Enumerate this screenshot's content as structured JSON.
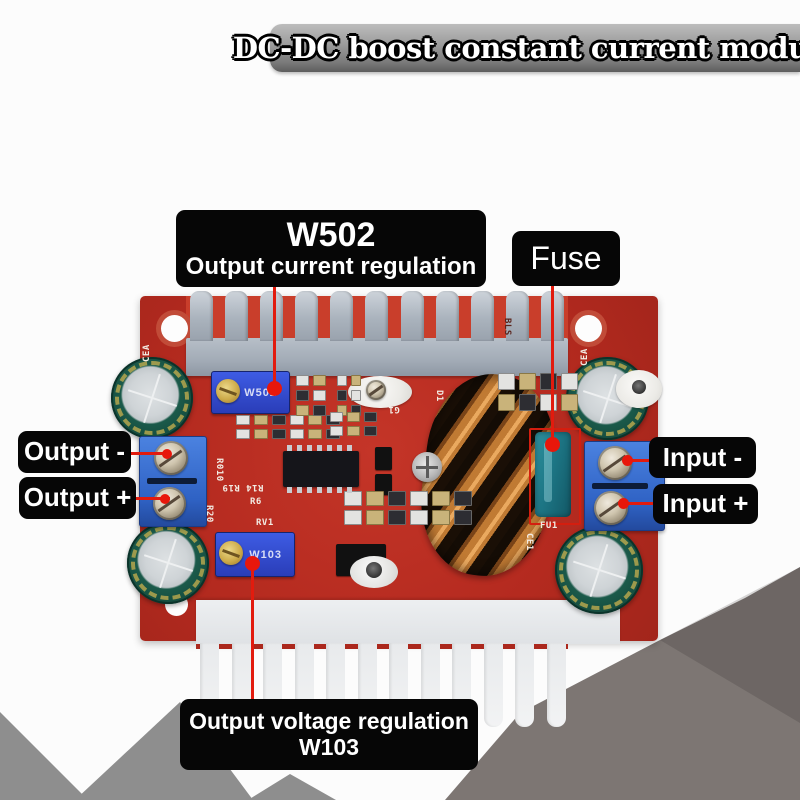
{
  "banner": {
    "text": "DC-DC boost constant current module"
  },
  "annotations": {
    "w502": {
      "line1": "W502",
      "line2": "Output current regulation"
    },
    "fuse": {
      "label": "Fuse"
    },
    "output_minus": {
      "label": "Output -"
    },
    "output_plus": {
      "label": "Output +"
    },
    "input_minus": {
      "label": "Input -"
    },
    "input_plus": {
      "label": "Input +"
    },
    "w103": {
      "line1": "Output voltage regulation",
      "line2": "W103"
    }
  },
  "silkscreen": {
    "cea_left": "CEA",
    "cea_right": "CEA",
    "bls": "BLS",
    "r010": "R010",
    "r6": "R6",
    "r14_r19": "R14 R19",
    "r20": "R20",
    "rv1": "RV1",
    "d1": "D1",
    "g1": "G1",
    "fu1": "FU1",
    "ce1": "CE1",
    "w502_pot": "W502",
    "w103_pot": "W103"
  },
  "colors": {
    "annotation_line": "#e21b0e",
    "label_background": "#060606",
    "label_text": "#ffffff",
    "pcb_red": "#b42a1f",
    "background_gray": "#7d7673"
  }
}
